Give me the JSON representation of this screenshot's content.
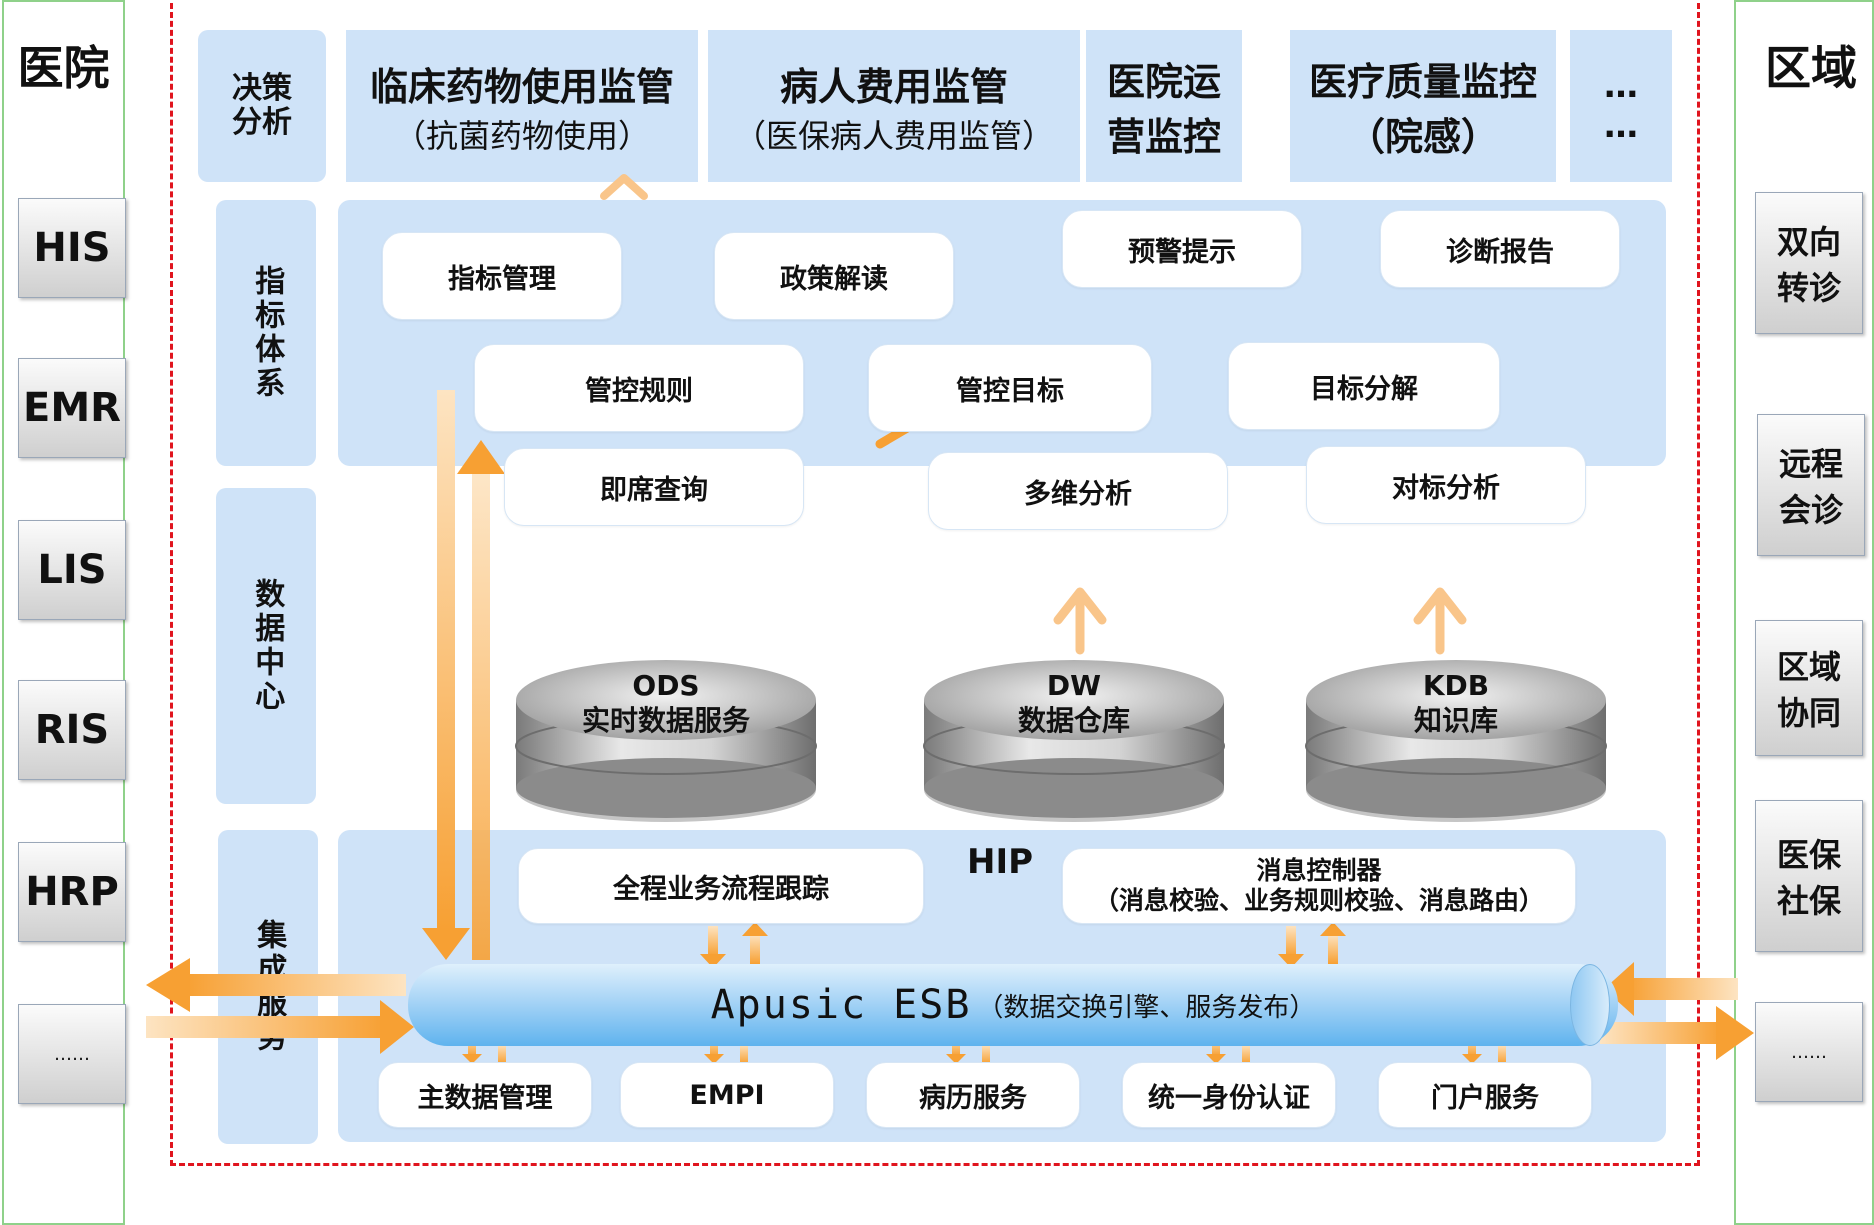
{
  "left_panel": {
    "title": "医院",
    "items": [
      "HIS",
      "EMR",
      "LIS",
      "RIS",
      "HRP",
      "……"
    ]
  },
  "right_panel": {
    "title": "区域",
    "items": [
      {
        "line1": "双向",
        "line2": "转诊"
      },
      {
        "line1": "远程",
        "line2": "会诊"
      },
      {
        "line1": "区域",
        "line2": "协同"
      },
      {
        "line1": "医保",
        "line2": "社保"
      },
      {
        "line1": "……",
        "line2": ""
      }
    ]
  },
  "layers": {
    "decision": {
      "line1": "决策",
      "line2": "分析"
    },
    "indicator": "指标体系",
    "data_center": "数据中心",
    "integration": "集成服务"
  },
  "top_boxes": [
    {
      "line1": "临床药物使用监管",
      "line2": "（抗菌药物使用）"
    },
    {
      "line1": "病人费用监管",
      "line2": "（医保病人费用监管）"
    },
    {
      "line1": "医院运",
      "line2": "营监控"
    },
    {
      "line1": "医疗质量监控",
      "line2": "（院感）"
    },
    {
      "line1": "…",
      "line2": "…"
    }
  ],
  "indicator_pills": [
    "指标管理",
    "政策解读",
    "预警提示",
    "诊断报告",
    "管控规则",
    "管控目标",
    "目标分解"
  ],
  "analysis_pills": [
    "即席查询",
    "多维分析",
    "对标分析"
  ],
  "databases": [
    {
      "name": "ODS",
      "desc": "实时数据服务"
    },
    {
      "name": "DW",
      "desc": "数据仓库"
    },
    {
      "name": "KDB",
      "desc": "知识库"
    }
  ],
  "hip": {
    "title": "HIP",
    "process_tracking": "全程业务流程跟踪",
    "msg_controller_line1": "消息控制器",
    "msg_controller_line2": "（消息校验、业务规则校验、消息路由）"
  },
  "esb": {
    "name": "Apusic ESB",
    "desc": "（数据交换引擎、服务发布）"
  },
  "bottom_services": [
    "主数据管理",
    "EMPI",
    "病历服务",
    "统一身份认证",
    "门户服务"
  ],
  "colors": {
    "frame": "#e0141e",
    "layer_bg": "#cfe3f8",
    "arrow": "#f7a033",
    "side_border": "#8fd18a"
  }
}
